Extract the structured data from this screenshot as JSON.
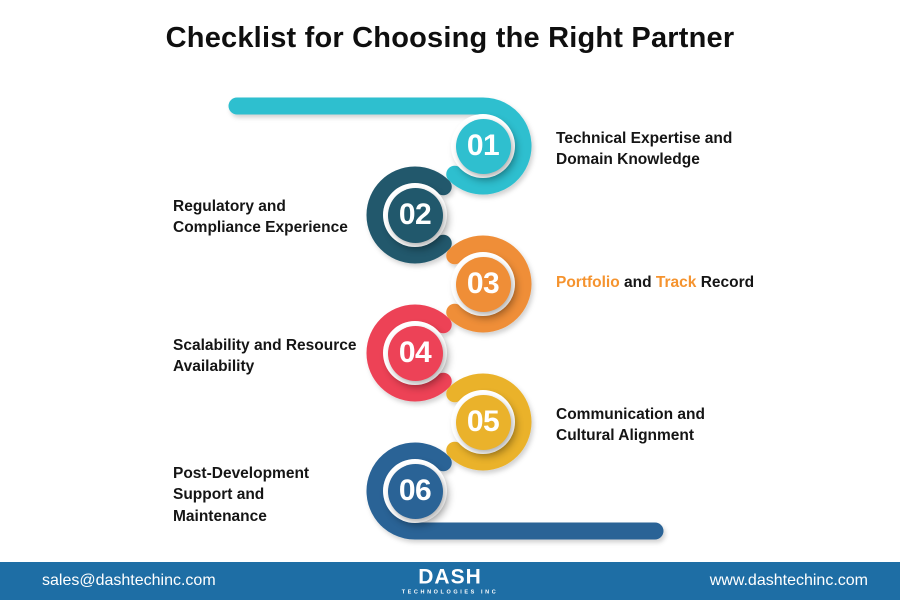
{
  "title": "Checklist for Choosing the Right Partner",
  "colors": {
    "footer_bg": "#1E6EA5",
    "label_accent": "#F5932E",
    "label_text": "#151515"
  },
  "steps": [
    {
      "number": "01",
      "color": "#2FBFCF",
      "label": "Technical Expertise and\nDomain Knowledge"
    },
    {
      "number": "02",
      "color": "#21586C",
      "label": "Regulatory and\nCompliance Experience"
    },
    {
      "number": "03",
      "color": "#EF8E37",
      "parts": [
        {
          "text": "Portfolio"
        },
        {
          "text": " and "
        },
        {
          "text": "Track"
        },
        {
          "text": " Record"
        }
      ]
    },
    {
      "number": "04",
      "color": "#ED4257",
      "label": "Scalability and Resource\nAvailability"
    },
    {
      "number": "05",
      "color": "#EAB22B",
      "label": "Communication and\nCultural Alignment"
    },
    {
      "number": "06",
      "color": "#2A6396",
      "label": "Post-Development\nSupport and\nMaintenance"
    }
  ],
  "footer": {
    "email": "sales@dashtechinc.com",
    "website": "www.dashtechinc.com",
    "logo_name": "DASH",
    "logo_tagline": "TECHNOLOGIES INC"
  }
}
